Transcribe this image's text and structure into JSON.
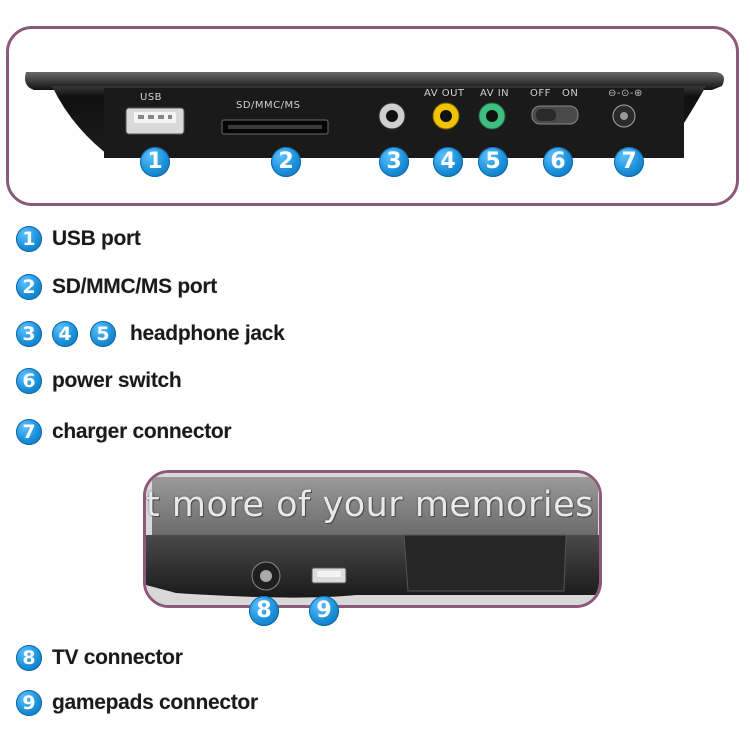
{
  "top_panel": {
    "port_labels": {
      "usb": "USB",
      "sd": "SD/MMC/MS",
      "av_out": "AV OUT",
      "av_in": "AV IN",
      "off": "OFF",
      "on": "ON"
    },
    "badges": [
      "1",
      "2",
      "3",
      "4",
      "5",
      "6",
      "7"
    ]
  },
  "legend": [
    {
      "badges": [
        "1"
      ],
      "text": "USB port"
    },
    {
      "badges": [
        "2"
      ],
      "text": "SD/MMC/MS port"
    },
    {
      "badges": [
        "3",
        "4",
        "5"
      ],
      "text": "headphone jack"
    },
    {
      "badges": [
        "6"
      ],
      "text": "power switch"
    },
    {
      "badges": [
        "7"
      ],
      "text": "charger connector"
    }
  ],
  "bottom_panel": {
    "marquee": "t more of your memories f",
    "badges": [
      "8",
      "9"
    ]
  },
  "legend_bottom": [
    {
      "badges": [
        "8"
      ],
      "text": "TV connector"
    },
    {
      "badges": [
        "9"
      ],
      "text": "gamepads connector"
    }
  ],
  "colors": {
    "frame": "#8b5a7a",
    "badge": "#1a8fd8",
    "jack_yellow": "#f2c300",
    "jack_green": "#3fbf7f"
  }
}
